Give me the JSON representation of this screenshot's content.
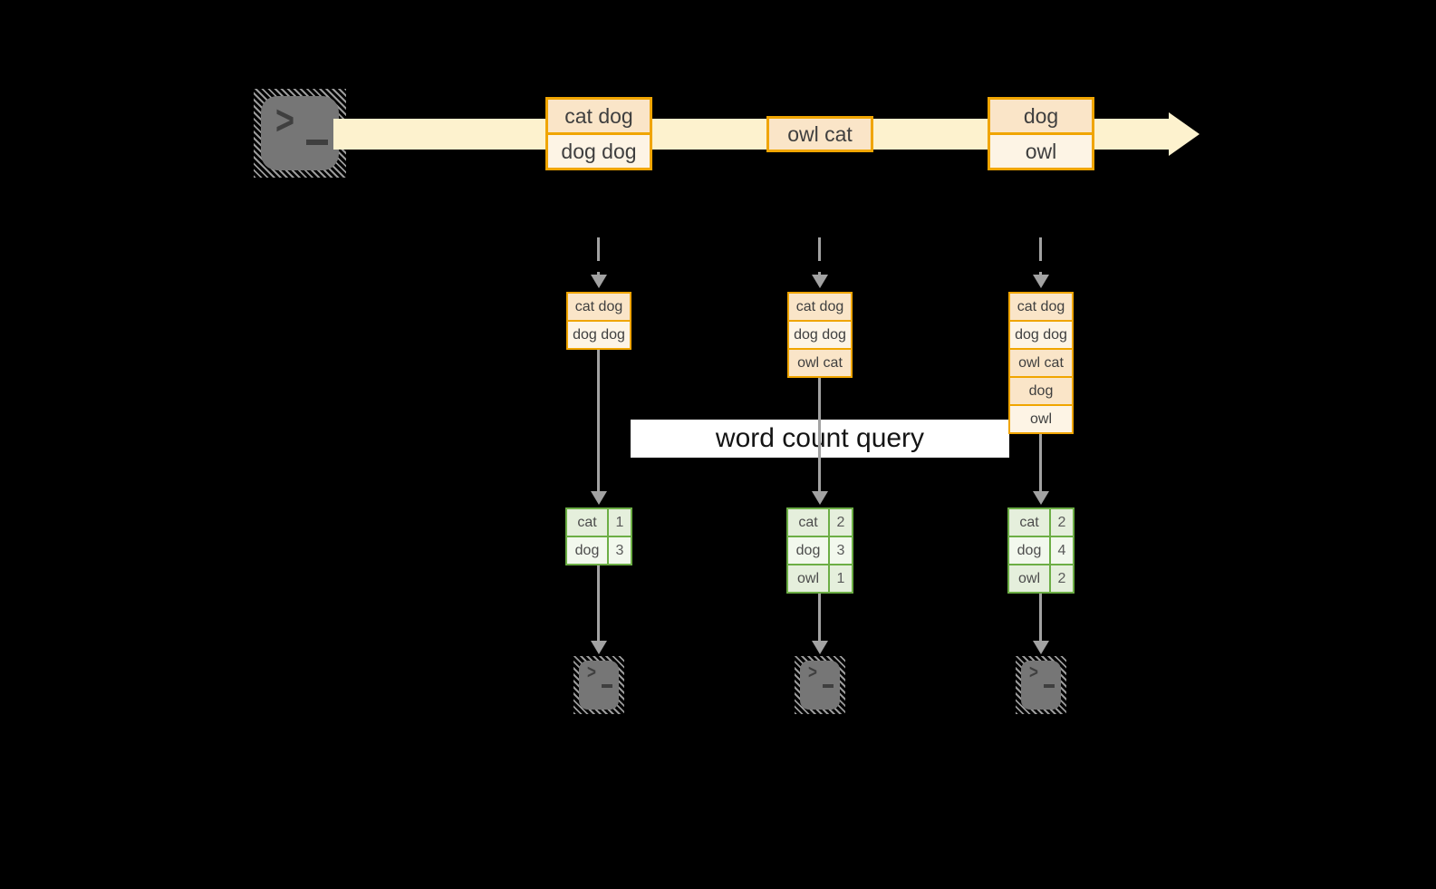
{
  "colors": {
    "orange_border": "#F0A500",
    "peach_fill": "#FAE5C8",
    "cream_fill": "#FDF4E5",
    "arrow_cream": "#FDF2CE",
    "gray_arrow": "#A2A2A2",
    "green_border": "#6CAE45",
    "green_fill": "#E5EFDC",
    "green_fill_light": "#F2F8ED",
    "terminal_gray": "#767676",
    "label_bg": "#FFFFFF"
  },
  "query_label": "word count query",
  "terminal": {
    "prompt_glyph": ">"
  },
  "timeline": {
    "batches": [
      {
        "cells": [
          {
            "text": "cat dog"
          },
          {
            "text": "dog dog"
          }
        ]
      },
      {
        "cells": [
          {
            "text": "owl cat"
          }
        ]
      },
      {
        "cells": [
          {
            "text": "dog"
          },
          {
            "text": "owl"
          }
        ]
      }
    ]
  },
  "columns": [
    {
      "stream": {
        "cells": [
          {
            "text": "cat dog"
          },
          {
            "text": "dog dog"
          }
        ]
      },
      "result": {
        "rows": [
          {
            "word": "cat",
            "count": "1"
          },
          {
            "word": "dog",
            "count": "3"
          }
        ]
      }
    },
    {
      "stream": {
        "cells": [
          {
            "text": "cat dog"
          },
          {
            "text": "dog dog"
          },
          {
            "text": "owl cat"
          }
        ]
      },
      "result": {
        "rows": [
          {
            "word": "cat",
            "count": "2"
          },
          {
            "word": "dog",
            "count": "3"
          },
          {
            "word": "owl",
            "count": "1"
          }
        ]
      }
    },
    {
      "stream": {
        "cells": [
          {
            "text": "cat dog"
          },
          {
            "text": "dog dog"
          },
          {
            "text": "owl cat"
          },
          {
            "text": "dog"
          },
          {
            "text": "owl"
          }
        ]
      },
      "result": {
        "rows": [
          {
            "word": "cat",
            "count": "2"
          },
          {
            "word": "dog",
            "count": "4"
          },
          {
            "word": "owl",
            "count": "2"
          }
        ]
      }
    }
  ]
}
